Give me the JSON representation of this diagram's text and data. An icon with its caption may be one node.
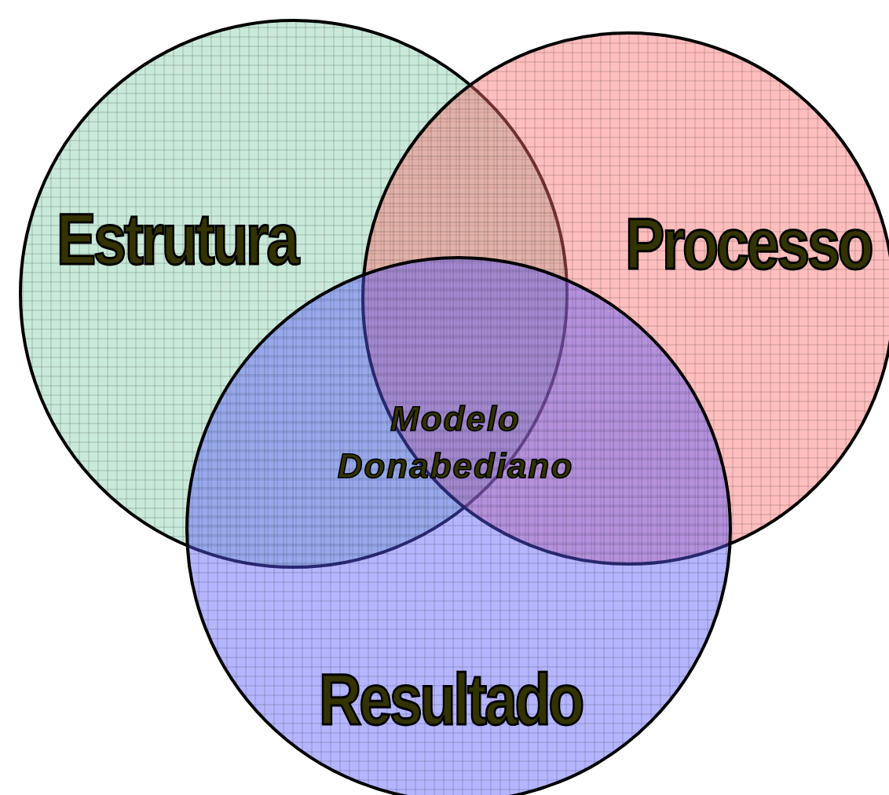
{
  "diagram": {
    "nodes": [
      {
        "text": [
          "Estrutura"
        ]
      },
      {
        "text": [
          "Processo"
        ]
      },
      {
        "text": [
          "Resultado"
        ]
      }
    ],
    "labels": [
      "Modelo Donabediano"
    ]
  }
}
